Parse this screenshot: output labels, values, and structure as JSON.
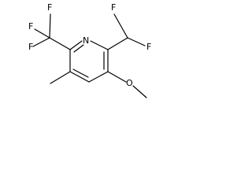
{
  "molecule": {
    "atoms": {
      "f_top_left": "F",
      "f_top": "F",
      "f_left": "F",
      "n_ring": "N",
      "f_chf2_left": "F",
      "f_chf2_right": "F",
      "o_methoxy": "O"
    },
    "colors": {
      "bond": "#000000",
      "label": "#000000",
      "background": "#ffffff"
    }
  }
}
